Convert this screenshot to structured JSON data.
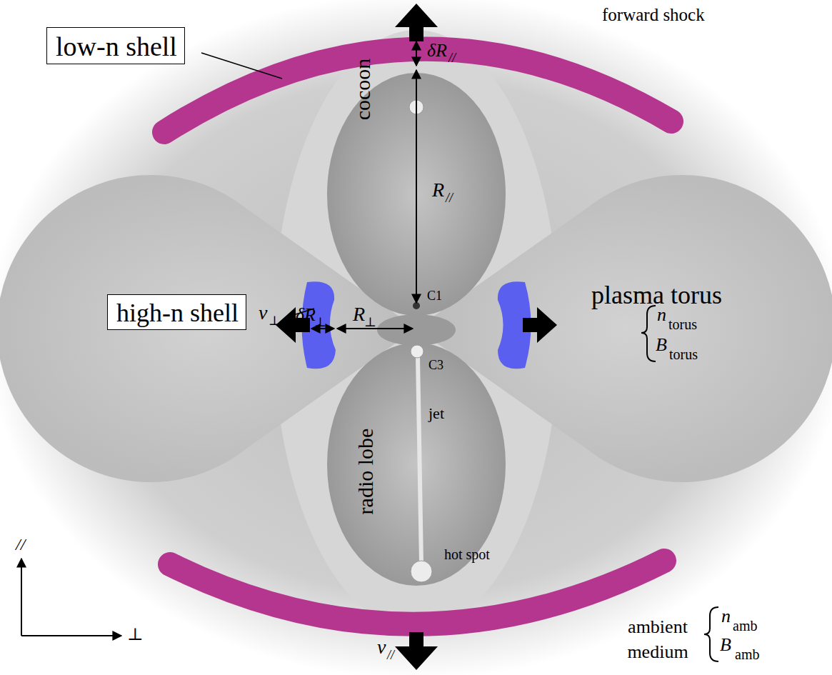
{
  "diagram": {
    "nodes": [
      {
        "text": [
          "low-n shell"
        ]
      },
      {
        "text": [
          "high-n shell"
        ]
      }
    ],
    "labels": [
      "forward shock",
      "cocoon",
      "plasma torus",
      "radio lobe",
      "jet",
      "hot spot",
      "C1",
      "C3",
      "δR",
      "//",
      "R",
      "//",
      "δR",
      "⊥",
      "R",
      "⊥",
      "v",
      "⊥",
      "v",
      "//",
      "n",
      "torus",
      "B",
      "torus",
      "ambient medium",
      "n",
      "amb",
      "B",
      "amb",
      "//",
      "⊥"
    ]
  }
}
